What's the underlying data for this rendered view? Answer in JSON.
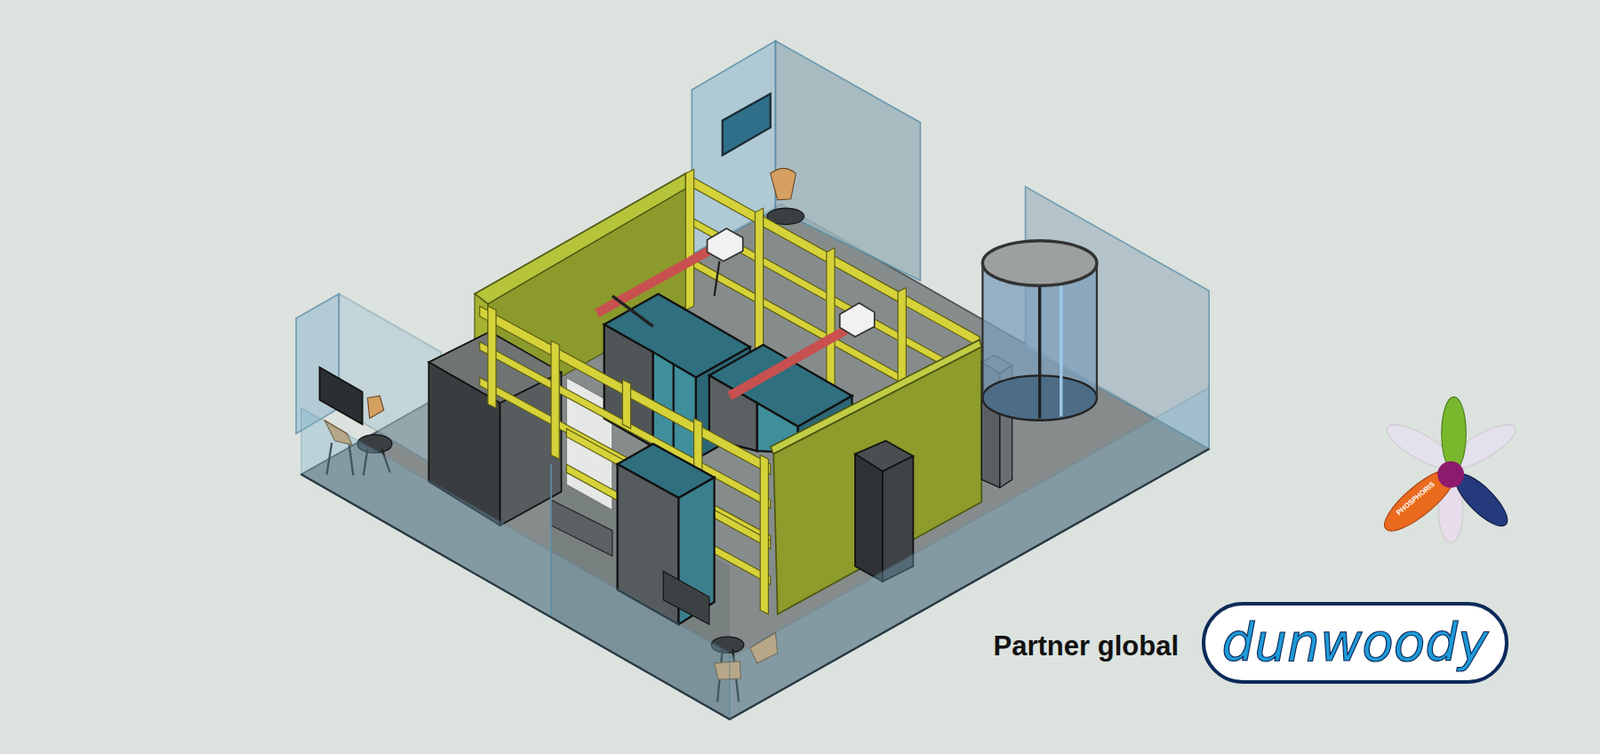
{
  "diagram": {
    "nodes": [
      {
        "text": [
          "dunwoody"
        ]
      }
    ],
    "labels": [
      "Partner global",
      "PHOSPHORIS"
    ]
  }
}
